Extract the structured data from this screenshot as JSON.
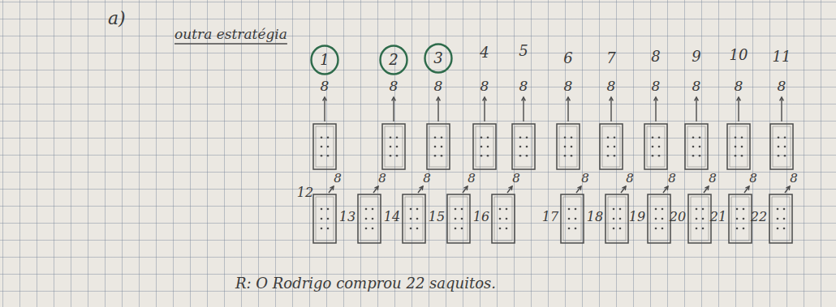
{
  "diagram": {
    "nodes": [
      {
        "text": [
          "1"
        ]
      },
      {
        "text": [
          "2"
        ]
      },
      {
        "text": [
          "3"
        ]
      }
    ],
    "labels": [
      "a)",
      "outra estratégia",
      "4",
      "5",
      "6",
      "7",
      "8",
      "9",
      "10",
      "11",
      "8",
      "8",
      "8",
      "8",
      "8",
      "8",
      "8",
      "8",
      "8",
      "8",
      "8",
      "12",
      "13",
      "14",
      "15",
      "16",
      "17",
      "18",
      "19",
      "20",
      "21",
      "22",
      "8",
      "8",
      "8",
      "8",
      "8",
      "8",
      "8",
      "8",
      "8",
      "8",
      "8",
      "R: O Rodrigo comprou 22 saquitos."
    ]
  }
}
